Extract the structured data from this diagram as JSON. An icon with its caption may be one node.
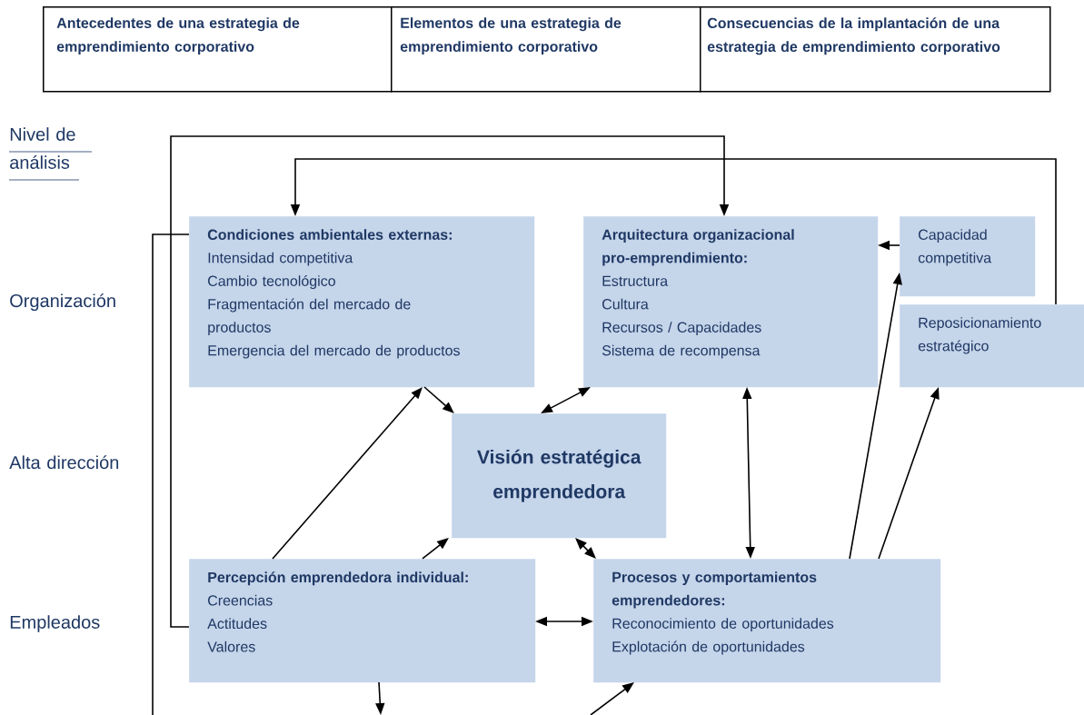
{
  "diagram": {
    "nodes": [
      {
        "text": [
          "Antecedentes de una estrategia de emprendimiento corporativo"
        ]
      },
      {
        "text": [
          "Elementos de una estrategia de emprendimiento corporativo"
        ]
      },
      {
        "text": [
          "Consecuencias de la implantación de una estrategia de emprendimiento corporativo"
        ]
      },
      {
        "text": [
          "Condiciones ambientales externas:",
          "Intensidad competitiva",
          "Cambio tecnológico",
          "Fragmentación del mercado de productos",
          "Emergencia del mercado de productos"
        ]
      },
      {
        "text": [
          "Arquitectura organizacional pro-emprendimiento:",
          "Estructura",
          "Cultura",
          "Recursos / Capacidades",
          "Sistema de recompensa"
        ]
      },
      {
        "text": [
          "Capacidad competitiva"
        ]
      },
      {
        "text": [
          "Reposicionamiento estratégico"
        ]
      },
      {
        "text": [
          "Visión estratégica emprendedora"
        ]
      },
      {
        "text": [
          "Percepción emprendedora individual:",
          "Creencias",
          "Actitudes",
          "Valores"
        ]
      },
      {
        "text": [
          "Procesos y comportamientos emprendedores:",
          "Reconocimiento de oportunidades",
          "Explotación de oportunidades"
        ]
      }
    ],
    "edges": [
      {
        "from": 8,
        "to": 4,
        "arrow": "to"
      },
      {
        "from": 6,
        "to": 3,
        "arrow": "to"
      },
      {
        "from": 3,
        "to": null,
        "arrow": "none"
      },
      {
        "from": 3,
        "to": 7,
        "arrow": "to"
      },
      {
        "from": 8,
        "to": 3,
        "arrow": "to"
      },
      {
        "from": 8,
        "to": 7,
        "arrow": "to"
      },
      {
        "from": 7,
        "to": 4,
        "arrow": "both"
      },
      {
        "from": 7,
        "to": 9,
        "arrow": "both"
      },
      {
        "from": 4,
        "to": 9,
        "arrow": "both"
      },
      {
        "from": 5,
        "to": 4,
        "arrow": "to"
      },
      {
        "from": 9,
        "to": 5,
        "arrow": "to"
      },
      {
        "from": 9,
        "to": 6,
        "arrow": "to"
      },
      {
        "from": 8,
        "to": 9,
        "arrow": "both"
      },
      {
        "from": 8,
        "to": null,
        "arrow": "to"
      },
      {
        "from": null,
        "to": 9,
        "arrow": "to"
      }
    ],
    "labels": [
      "Nivel de análisis",
      "Organización",
      "Alta dirección",
      "Empleados"
    ]
  }
}
